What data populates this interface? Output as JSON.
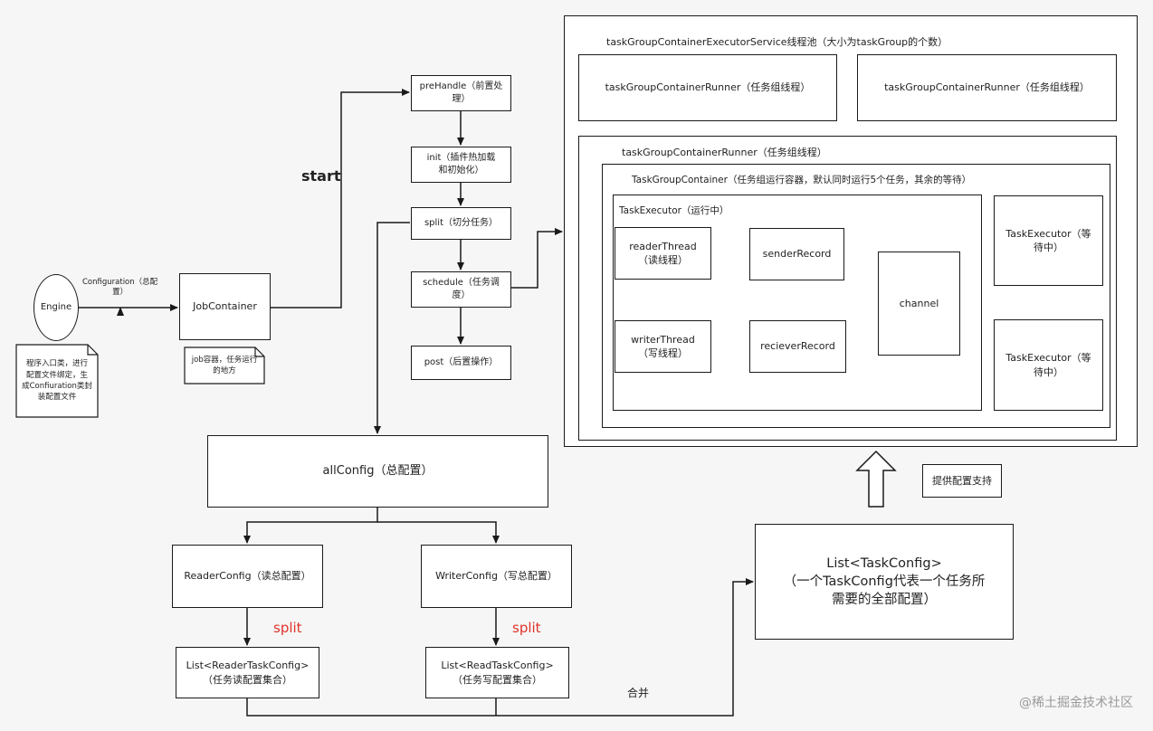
{
  "engine": "Engine",
  "configuration_label": "Configuration（总配\n置）",
  "engine_note": "程序入口类，进行\n配置文件绑定，生\n成Confiuration类封\n装配置文件",
  "job_container": "JobContainer",
  "job_container_note": "job容器，任务运行\n的地方",
  "start_label": "start",
  "steps": {
    "prehandle": "preHandle（前置处\n理）",
    "init": "init（插件热加载\n和初始化）",
    "split": "split（切分任务）",
    "schedule": "schedule（任务调\n度）",
    "post": "post（后置操作）"
  },
  "executor_service": {
    "title": "taskGroupContainerExecutorService线程池（大小为taskGroup的个数）",
    "runner_1": "taskGroupContainerRunner（任务组线程）",
    "runner_2": "taskGroupContainerRunner（任务组线程）",
    "runner_3": "taskGroupContainerRunner（任务组线程）",
    "task_group_container": "TaskGroupContainer（任务组运行容器，默认同时运行5个任务，其余的等待）",
    "task_executor_running": "TaskExecutor（运行中）",
    "reader_thread": "readerThread\n（读线程）",
    "sender_record": "senderRecord",
    "channel": "channel",
    "writer_thread": "writerThread\n（写线程）",
    "reciever_record": "recieverRecord",
    "task_executor_waiting_1": "TaskExecutor（等\n待中）",
    "task_executor_waiting_2": "TaskExecutor（等\n待中）"
  },
  "all_config": "allConfig（总配置）",
  "reader_config": "ReaderConfig（读总配置）",
  "writer_config": "WriterConfig（写总配置）",
  "split_left": "split",
  "split_right": "split",
  "reader_task_config": "List<ReaderTaskConfig>\n（任务读配置集合）",
  "writer_task_config": "List<ReadTaskConfig>\n（任务写配置集合）",
  "merge_label": "合并",
  "task_config_list": "List<TaskConfig>\n（一个TaskConfig代表一个任务所\n需要的全部配置）",
  "support_note": "提供配置支持",
  "watermark": "@稀土掘金技术社区"
}
